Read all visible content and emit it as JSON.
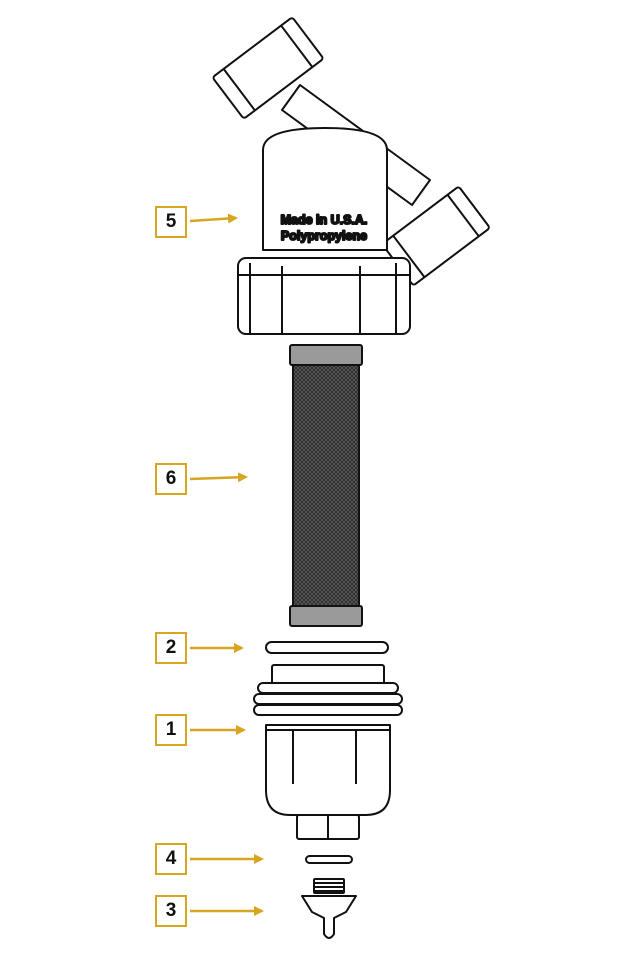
{
  "housing_text": {
    "line1": "Made in U.S.A.",
    "line2": "Polypropylene"
  },
  "callouts": [
    {
      "number": "5",
      "part": "housing-head"
    },
    {
      "number": "6",
      "part": "screen-element"
    },
    {
      "number": "2",
      "part": "o-ring"
    },
    {
      "number": "1",
      "part": "bowl"
    },
    {
      "number": "4",
      "part": "drain-o-ring"
    },
    {
      "number": "3",
      "part": "drain-plug"
    }
  ],
  "colors": {
    "accent": "#d8a520",
    "line": "#111111",
    "screen": "#555555",
    "screen_band": "#9a9a9a"
  }
}
